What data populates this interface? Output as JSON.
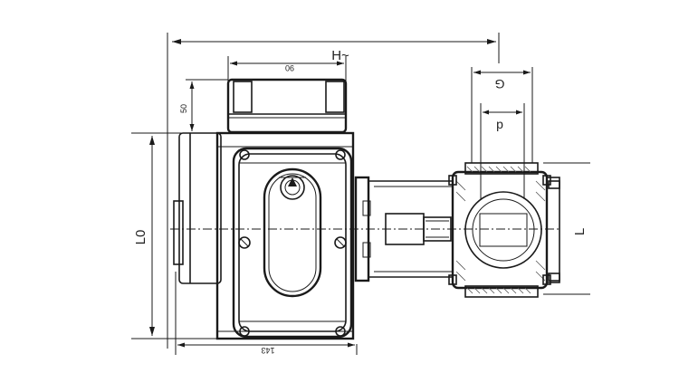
{
  "dimensions": {
    "overall_height": "H~",
    "top_width": "90",
    "top_height": "50",
    "body_length": "L0",
    "bottom_width": "143",
    "port_size": "G",
    "bore": "p",
    "valve_length": "L"
  },
  "colors": {
    "line": "#1a1a1a",
    "hatch": "#555555",
    "background": "#ffffff"
  }
}
